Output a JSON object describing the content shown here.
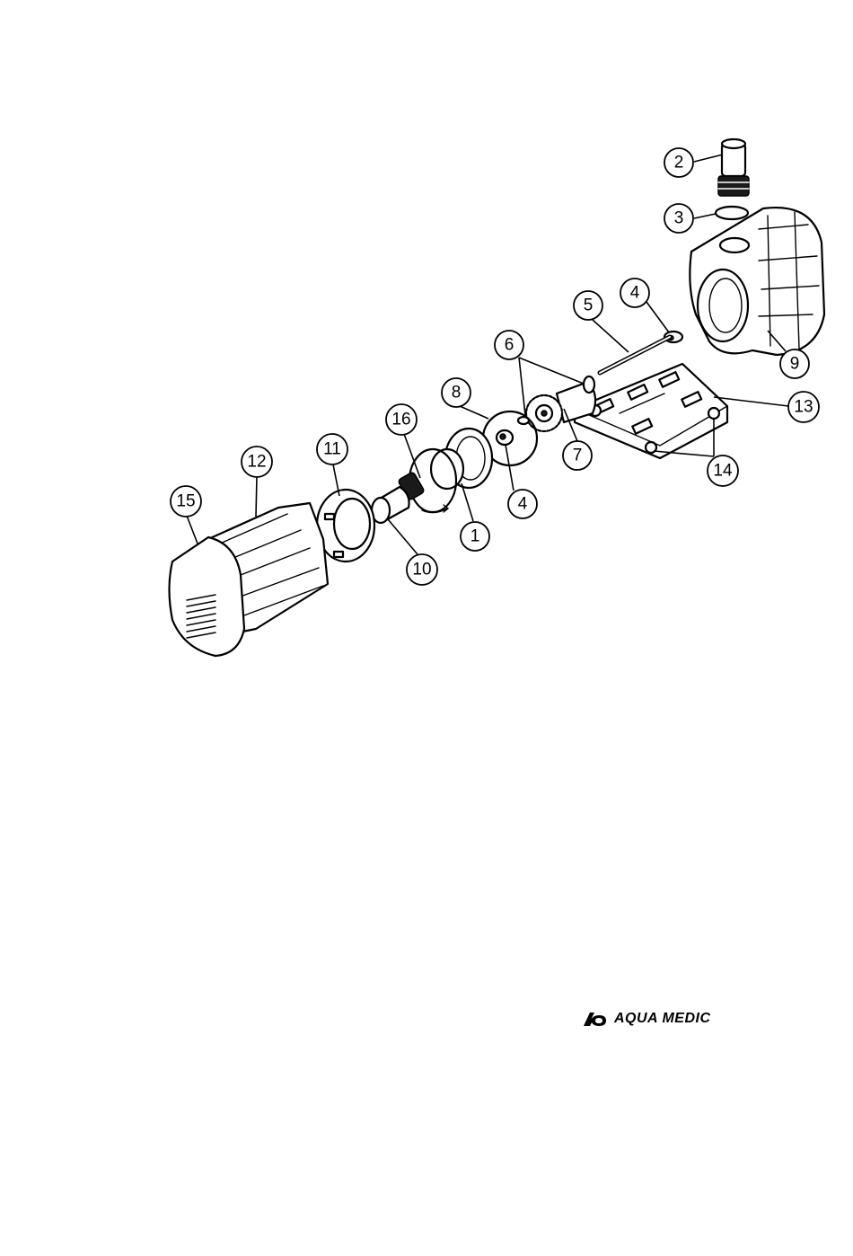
{
  "parts": [
    {
      "label": "1"
    },
    {
      "label": "2"
    },
    {
      "label": "3"
    },
    {
      "label": "4"
    },
    {
      "label": "5"
    },
    {
      "label": "6"
    },
    {
      "label": "7"
    },
    {
      "label": "8"
    },
    {
      "label": "9"
    },
    {
      "label": "10"
    },
    {
      "label": "11"
    },
    {
      "label": "12"
    },
    {
      "label": "13"
    },
    {
      "label": "14"
    },
    {
      "label": "15"
    },
    {
      "label": "16"
    },
    {
      "label": "4"
    }
  ],
  "brand": {
    "name": "AQUA MEDIC",
    "logo_icon": "aqua-medic-logo-icon"
  }
}
